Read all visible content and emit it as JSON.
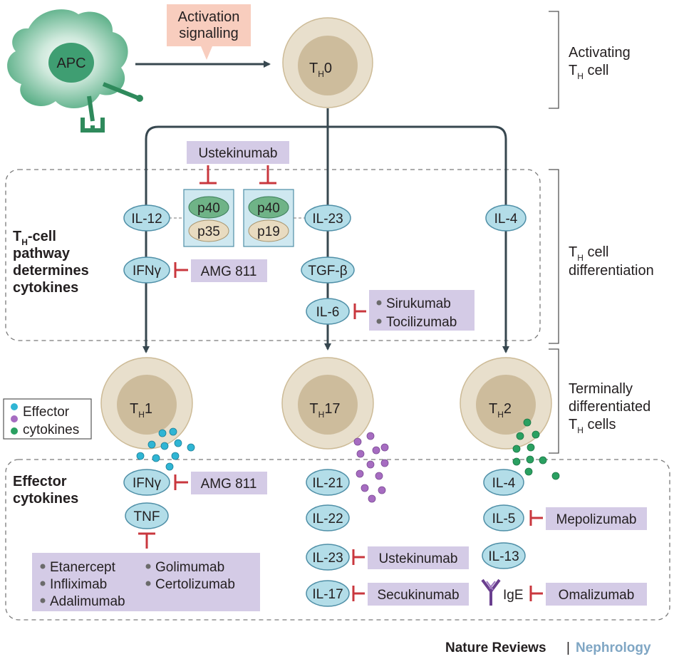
{
  "apc": {
    "label": "APC"
  },
  "activation": {
    "line1": "Activation",
    "line2": "signalling"
  },
  "cells": {
    "th0": {
      "main": "T",
      "sub": "H",
      "suffix": "0"
    },
    "th1": {
      "main": "T",
      "sub": "H",
      "suffix": "1"
    },
    "th17": {
      "main": "T",
      "sub": "H",
      "suffix": "17"
    },
    "th2": {
      "main": "T",
      "sub": "H",
      "suffix": "2"
    }
  },
  "right_labels": {
    "activating": {
      "line1": "Activating",
      "line2_main": "T",
      "line2_sub": "H",
      "line2_rest": " cell"
    },
    "differentiation": {
      "line1_main": "T",
      "line1_sub": "H",
      "line1_rest": " cell",
      "line2": "differentiation"
    },
    "terminal": {
      "line1": "Terminally",
      "line2": "differentiated",
      "line3_main": "T",
      "line3_sub": "H",
      "line3_rest": " cells"
    }
  },
  "pathway_title": {
    "line1_main": "T",
    "line1_sub": "H",
    "line1_rest": "-cell",
    "line2": "pathway",
    "line3": "determines",
    "line4": "cytokines"
  },
  "effector_title": {
    "line1": "Effector",
    "line2": "cytokines"
  },
  "differentiation_cytokines": {
    "il12": "IL-12",
    "ifng": "IFNγ",
    "il23": "IL-23",
    "tgfb": "TGF-β",
    "il6": "IL-6",
    "il4": "IL-4",
    "p40a": "p40",
    "p35": "p35",
    "p40b": "p40",
    "p19": "p19"
  },
  "drugs": {
    "ustekinumab_top": "Ustekinumab",
    "amg811_top": "AMG 811",
    "sirukumab": "Sirukumab",
    "tocilizumab": "Tocilizumab",
    "amg811_bottom": "AMG 811",
    "etanercept": "Etanercept",
    "infliximab": "Infliximab",
    "adalimumab": "Adalimumab",
    "golimumab": "Golimumab",
    "certolizumab": "Certolizumab",
    "ustekinumab_bottom": "Ustekinumab",
    "secukinumab": "Secukinumab",
    "mepolizumab": "Mepolizumab",
    "omalizumab": "Omalizumab",
    "bullet": "•"
  },
  "effector_cytokines": {
    "th1": [
      "IFNγ",
      "TNF"
    ],
    "th17": [
      "IL-21",
      "IL-22",
      "IL-23",
      "IL-17"
    ],
    "th2": [
      "IL-4",
      "IL-5",
      "IL-13"
    ],
    "ige": "IgE"
  },
  "legend": {
    "line1": "Effector",
    "line2": "cytokines",
    "colors": [
      "#2fb5d4",
      "#a66cc1",
      "#2aa061"
    ]
  },
  "footer": {
    "journal": "Nature Reviews",
    "separator": "|",
    "section": "Nephrology"
  },
  "colors": {
    "pill": "#b3dde8",
    "pill_stroke": "#4f8fa7",
    "drug_box": "#d4cbe6",
    "inhibitor": "#c9373e",
    "cell_outer": "#e5dbc6",
    "cell_inner": "#cfbfa0",
    "arrow": "#37474f",
    "apc": "#3a9a6b",
    "activation_box": "#f8cdbe",
    "footer_accent": "#7fa6c4"
  }
}
